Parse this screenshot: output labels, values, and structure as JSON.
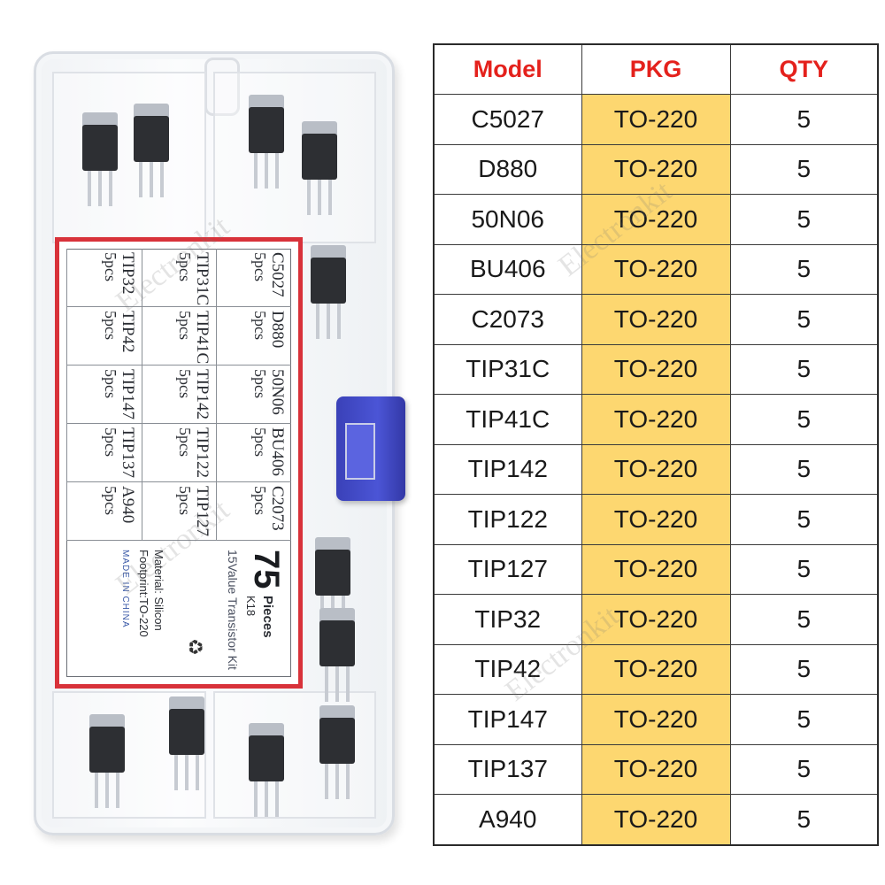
{
  "product_box": {
    "label_cells": [
      [
        {
          "model": "C2073",
          "qty": "5pcs"
        },
        {
          "model": "TIP127",
          "qty": "5pcs"
        },
        {
          "model": "A940",
          "qty": "5pcs"
        }
      ],
      [
        {
          "model": "BU406",
          "qty": "5pcs"
        },
        {
          "model": "TIP122",
          "qty": "5pcs"
        },
        {
          "model": "TIP137",
          "qty": "5pcs"
        }
      ],
      [
        {
          "model": "50N06",
          "qty": "5pcs"
        },
        {
          "model": "TIP142",
          "qty": "5pcs"
        },
        {
          "model": "TIP147",
          "qty": "5pcs"
        }
      ],
      [
        {
          "model": "D880",
          "qty": "5pcs"
        },
        {
          "model": "TIP41C",
          "qty": "5pcs"
        },
        {
          "model": "TIP42",
          "qty": "5pcs"
        }
      ],
      [
        {
          "model": "C5027",
          "qty": "5pcs"
        },
        {
          "model": "TIP31C",
          "qty": "5pcs"
        },
        {
          "model": "TIP32",
          "qty": "5pcs"
        }
      ]
    ],
    "piece_count": "75",
    "pieces_label": "Pieces",
    "kit_code": "K18",
    "kit_name": "15Value Transistor Kit",
    "material": "Material: Silicon",
    "footprint": "Footprint:TO-220",
    "made_in": "MADE IN CHINA",
    "watermark": "Electronkit"
  },
  "table": {
    "headers": {
      "model": "Model",
      "pkg": "PKG",
      "qty": "QTY"
    },
    "rows": [
      {
        "model": "C5027",
        "pkg": "TO-220",
        "qty": "5"
      },
      {
        "model": "D880",
        "pkg": "TO-220",
        "qty": "5"
      },
      {
        "model": "50N06",
        "pkg": "TO-220",
        "qty": "5"
      },
      {
        "model": "BU406",
        "pkg": "TO-220",
        "qty": "5"
      },
      {
        "model": "C2073",
        "pkg": "TO-220",
        "qty": "5"
      },
      {
        "model": "TIP31C",
        "pkg": "TO-220",
        "qty": "5"
      },
      {
        "model": "TIP41C",
        "pkg": "TO-220",
        "qty": "5"
      },
      {
        "model": "TIP142",
        "pkg": "TO-220",
        "qty": "5"
      },
      {
        "model": "TIP122",
        "pkg": "TO-220",
        "qty": "5"
      },
      {
        "model": "TIP127",
        "pkg": "TO-220",
        "qty": "5"
      },
      {
        "model": "TIP32",
        "pkg": "TO-220",
        "qty": "5"
      },
      {
        "model": "TIP42",
        "pkg": "TO-220",
        "qty": "5"
      },
      {
        "model": "TIP147",
        "pkg": "TO-220",
        "qty": "5"
      },
      {
        "model": "TIP137",
        "pkg": "TO-220",
        "qty": "5"
      },
      {
        "model": "A940",
        "pkg": "TO-220",
        "qty": "5"
      }
    ]
  },
  "colors": {
    "header_text": "#e4211c",
    "pkg_highlight": "#fdd770",
    "label_border": "#d8323a",
    "clasp": "#4b55d6"
  }
}
